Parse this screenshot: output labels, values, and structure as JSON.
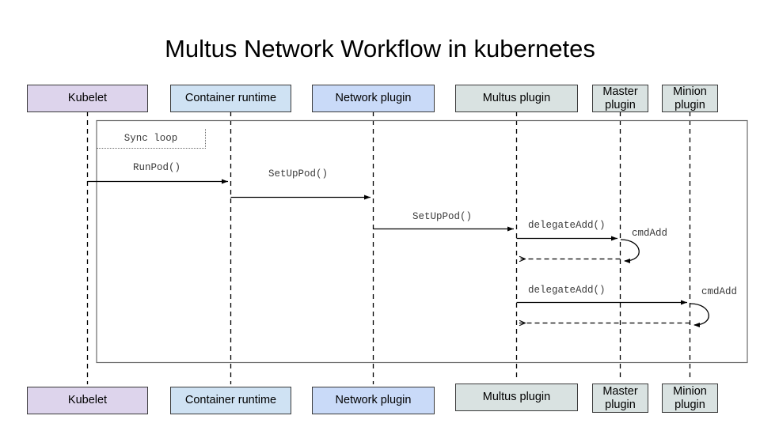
{
  "title": "Multus Network Workflow in kubernetes",
  "diagram": {
    "type": "sequence-diagram",
    "frame": {
      "label": "Sync loop"
    },
    "colors": {
      "kubelet": "#ddd4ec",
      "container_runtime": "#cfe2f3",
      "network_plugin": "#c9daf8",
      "multus_plugin": "#d9e2e1",
      "master_plugin": "#d9e2e1",
      "minion_plugin": "#d9e2e1",
      "stroke": "#3a3a3a",
      "line": "#000000",
      "frame_border": "#6b6b6b",
      "label_text": "#3b3b3b"
    },
    "participants": [
      {
        "id": "kubelet",
        "label": "Kubelet"
      },
      {
        "id": "container_runtime",
        "label": "Container runtime"
      },
      {
        "id": "network_plugin",
        "label": "Network plugin"
      },
      {
        "id": "multus_plugin",
        "label": "Multus plugin"
      },
      {
        "id": "master_plugin",
        "label": "Master\nplugin"
      },
      {
        "id": "minion_plugin",
        "label": "Minion\nplugin"
      }
    ],
    "participants_top": [
      {
        "label": "Kubelet"
      },
      {
        "label": "Container runtime"
      },
      {
        "label": "Network plugin"
      },
      {
        "label": "Multus plugin"
      },
      {
        "label": "Master plugin"
      },
      {
        "label": "Minion plugin"
      }
    ],
    "participants_bottom": [
      {
        "label": "Kubelet"
      },
      {
        "label": "Container runtime"
      },
      {
        "label": "Network plugin"
      },
      {
        "label": "Multus plugin"
      },
      {
        "label": "Master plugin"
      },
      {
        "label": "Minion plugin"
      }
    ],
    "messages": [
      {
        "id": "m1",
        "label": "RunPod()",
        "from": "kubelet",
        "to": "container_runtime",
        "style": "solid"
      },
      {
        "id": "m2",
        "label": "SetUpPod()",
        "from": "container_runtime",
        "to": "network_plugin",
        "style": "solid"
      },
      {
        "id": "m3",
        "label": "SetUpPod()",
        "from": "network_plugin",
        "to": "multus_plugin",
        "style": "solid"
      },
      {
        "id": "m4",
        "label": "delegateAdd()",
        "from": "multus_plugin",
        "to": "master_plugin",
        "style": "solid"
      },
      {
        "id": "m5",
        "label": "cmdAdd",
        "from": "master_plugin",
        "to": "master_plugin",
        "style": "self-loop"
      },
      {
        "id": "m6",
        "label": "",
        "from": "master_plugin",
        "to": "multus_plugin",
        "style": "dashed-return"
      },
      {
        "id": "m7",
        "label": "delegateAdd()",
        "from": "multus_plugin",
        "to": "minion_plugin",
        "style": "solid"
      },
      {
        "id": "m8",
        "label": "cmdAdd",
        "from": "minion_plugin",
        "to": "minion_plugin",
        "style": "self-loop"
      },
      {
        "id": "m9",
        "label": "",
        "from": "minion_plugin",
        "to": "multus_plugin",
        "style": "dashed-return"
      }
    ]
  }
}
